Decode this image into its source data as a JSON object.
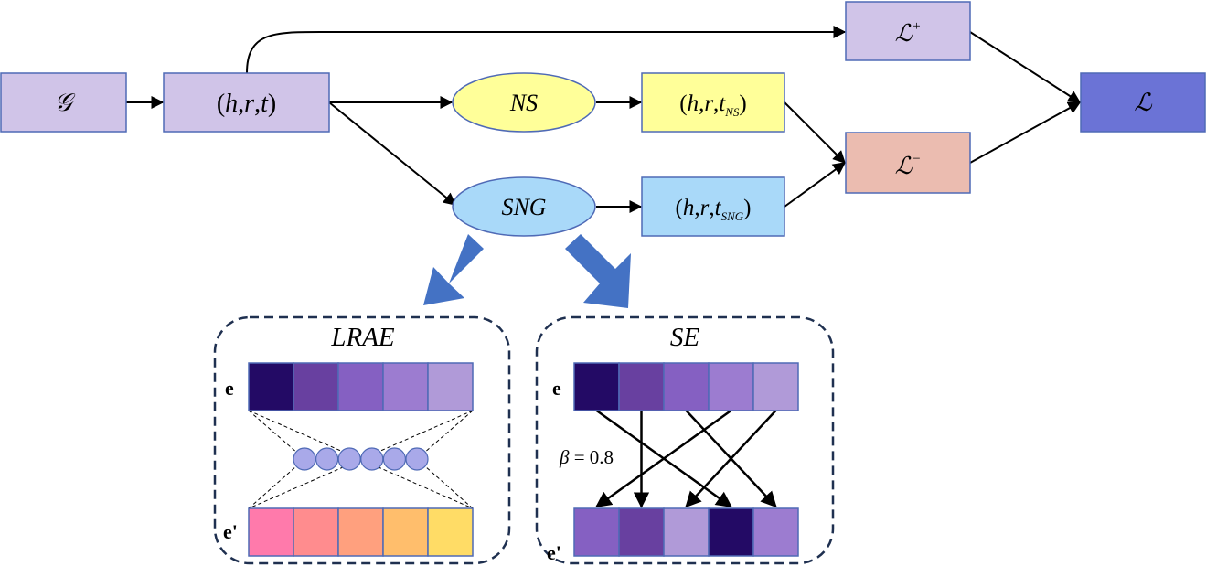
{
  "nodes": {
    "graph": {
      "text": "𝒢"
    },
    "triple": {
      "open": "(",
      "h": "h",
      "c1": ",",
      "r": "r",
      "c2": ",",
      "t": "t",
      "close": ")"
    },
    "ns": {
      "text": "NS"
    },
    "sng": {
      "text": "SNG"
    },
    "triple_ns": {
      "open": "(",
      "h": "h",
      "c1": ",",
      "r": "r",
      "c2": ",",
      "t": "t",
      "sub": "NS",
      "close": ")"
    },
    "triple_sng": {
      "open": "(",
      "h": "h",
      "c1": ",",
      "r": "r",
      "c2": ",",
      "t": "t",
      "sub": "SNG",
      "close": ")"
    },
    "loss_pos": {
      "text": "ℒ",
      "sup": "+"
    },
    "loss_neg": {
      "text": "ℒ",
      "sup": "−"
    },
    "loss": {
      "text": "ℒ"
    }
  },
  "panels": {
    "lrae": {
      "title": "LRAE",
      "row_top_label": "e",
      "row_bottom_label": "e'",
      "top_colors": [
        "#230a65",
        "#6840a0",
        "#8560c2",
        "#9c7cd0",
        "#b09ad8"
      ],
      "bottom_colors": [
        "#ff7aab",
        "#ff8c8e",
        "#ffa07e",
        "#ffbe6c",
        "#ffdc66"
      ],
      "hidden_units": 6,
      "hidden_color": "#a9a9e9"
    },
    "se": {
      "title": "SE",
      "row_top_label": "e",
      "row_bottom_label": "e'",
      "top_colors": [
        "#230a65",
        "#6840a0",
        "#8560c2",
        "#9c7cd0",
        "#b09ad8"
      ],
      "bottom_colors": [
        "#8560c2",
        "#6840a0",
        "#b09ad8",
        "#230a65",
        "#9c7cd0"
      ],
      "permutation": [
        3,
        1,
        4,
        0,
        2
      ],
      "beta_label": {
        "symbol": "β",
        "eq": " = 0.8"
      }
    }
  },
  "colors": {
    "lavender": "#d0c4e8",
    "yellow": "#ffff99",
    "light_blue": "#a9d9f9",
    "salmon": "#ebbcb0",
    "purple_dark": "#6b73d6",
    "box_border": "#4f6ab6",
    "fat_arrow": "#4472c4",
    "panel_border": "#1f3050"
  }
}
